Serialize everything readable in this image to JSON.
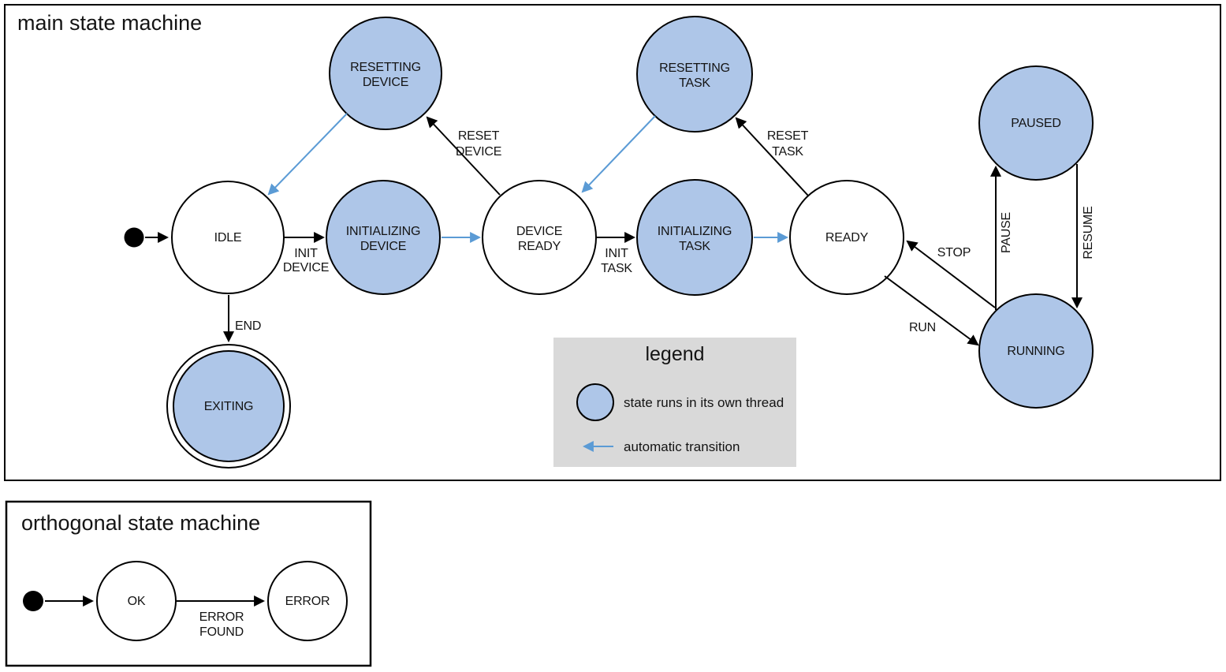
{
  "main": {
    "title": "main state machine",
    "states": {
      "idle": "IDLE",
      "resetting_device": [
        "RESETTING",
        "DEVICE"
      ],
      "initializing_device": [
        "INITIALIZING",
        "DEVICE"
      ],
      "device_ready": [
        "DEVICE",
        "READY"
      ],
      "resetting_task": [
        "RESETTING",
        "TASK"
      ],
      "initializing_task": [
        "INITIALIZING",
        "TASK"
      ],
      "ready": "READY",
      "paused": "PAUSED",
      "running": "RUNNING",
      "exiting": "EXITING"
    },
    "transitions": {
      "init_device": [
        "INIT",
        "DEVICE"
      ],
      "reset_device": [
        "RESET",
        "DEVICE"
      ],
      "init_task": [
        "INIT",
        "TASK"
      ],
      "reset_task": [
        "RESET",
        "TASK"
      ],
      "stop": "STOP",
      "run": "RUN",
      "pause": "PAUSE",
      "resume": "RESUME",
      "end": "END"
    }
  },
  "legend": {
    "title": "legend",
    "items": [
      {
        "symbol": "blue-filled-state-circle",
        "label": "state runs in its own thread"
      },
      {
        "symbol": "blue-left-arrow",
        "label": "automatic transition"
      }
    ]
  },
  "orthogonal": {
    "title": "orthogonal state machine",
    "states": {
      "ok": "OK",
      "error": "ERROR"
    },
    "transitions": {
      "error_found": [
        "ERROR",
        "FOUND"
      ]
    }
  },
  "colors": {
    "threaded_state_fill": "#aec6e8",
    "automatic_transition": "#5b9bd5",
    "legend_background": "#d9d9d9",
    "stroke": "#000000"
  }
}
